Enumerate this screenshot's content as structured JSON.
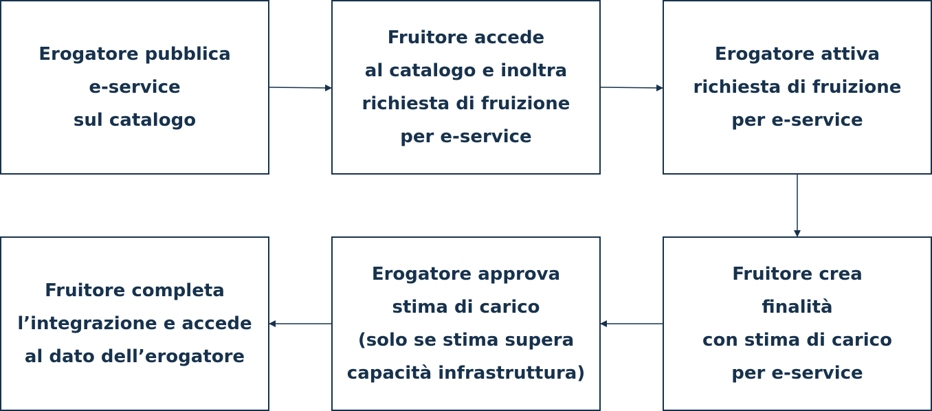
{
  "diagram": {
    "colors": {
      "stroke": "#17324d",
      "text": "#17324d",
      "background": "#ffffff"
    },
    "steps": [
      {
        "id": "step-1",
        "text": "Erogatore pubblica\ne-service\nsul catalogo"
      },
      {
        "id": "step-2",
        "text": "Fruitore accede\nal catalogo e inoltra\nrichiesta di fruizione\nper e-service"
      },
      {
        "id": "step-3",
        "text": "Erogatore attiva\nrichiesta di fruizione\nper e-service"
      },
      {
        "id": "step-4",
        "text": "Fruitore crea\nfinalità\ncon stima di carico\nper e-service"
      },
      {
        "id": "step-5",
        "text": "Erogatore approva\nstima di carico\n(solo se stima supera\ncapacità infrastruttura)"
      },
      {
        "id": "step-6",
        "text": "Fruitore completa\nl’integrazione e accede\nal dato dell’erogatore"
      }
    ],
    "connections": [
      {
        "from": "step-1",
        "to": "step-2"
      },
      {
        "from": "step-2",
        "to": "step-3"
      },
      {
        "from": "step-3",
        "to": "step-4"
      },
      {
        "from": "step-4",
        "to": "step-5"
      },
      {
        "from": "step-5",
        "to": "step-6"
      }
    ]
  }
}
